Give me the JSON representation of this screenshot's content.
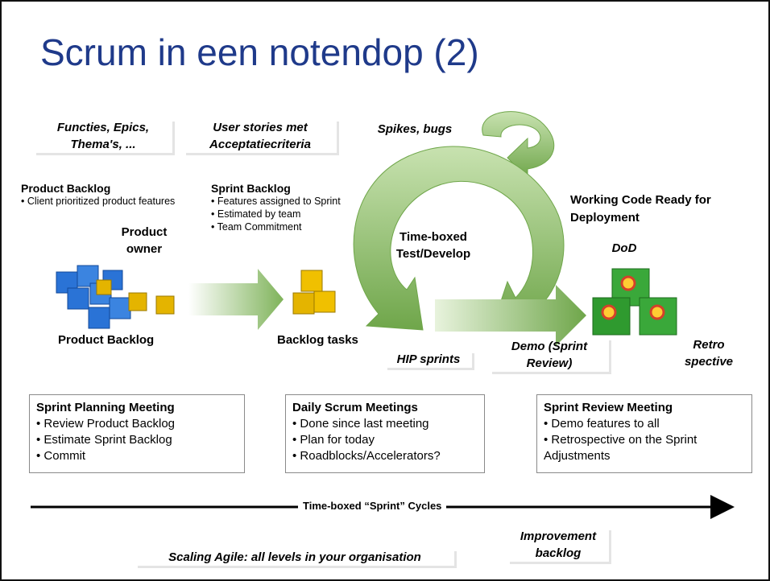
{
  "title": "Scrum in een notendop (2)",
  "colors": {
    "title": "#1f3a8a",
    "arrow_green": "#7fb35a",
    "cube_blue": "#2a73d6",
    "cube_gold": "#e4b400",
    "cube_green": "#3aa83a"
  },
  "notes": {
    "functies": "Functies, Epics, Thema's, ...",
    "user_stories": "User stories met Acceptatiecriteria",
    "spikes": "Spikes, bugs",
    "hip": "HIP sprints",
    "demo": "Demo (Sprint Review)",
    "dod": "DoD",
    "retro": "Retro spective",
    "scaling": "Scaling Agile: all levels in your organisation",
    "improvement": "Improvement backlog"
  },
  "product_backlog": {
    "heading": "Product Backlog",
    "items": [
      "Client prioritized product features"
    ],
    "caption": "Product Backlog",
    "owner": "Product owner"
  },
  "sprint_backlog": {
    "heading": "Sprint Backlog",
    "items": [
      "Features assigned to Sprint",
      "Estimated by team",
      "Team Commitment"
    ],
    "caption": "Backlog tasks"
  },
  "cycle": {
    "label": "Time-boxed Test/Develop"
  },
  "working_code": "Working Code Ready for Deployment",
  "meetings": [
    {
      "title": "Sprint Planning Meeting",
      "items": [
        "Review Product Backlog",
        "Estimate Sprint Backlog",
        "Commit"
      ]
    },
    {
      "title": "Daily Scrum Meetings",
      "items": [
        "Done since last meeting",
        "Plan for today",
        "Roadblocks/Accelerators?"
      ]
    },
    {
      "title": "Sprint Review Meeting",
      "items": [
        "Demo features to all",
        "Retrospective on the Sprint Adjustments"
      ]
    }
  ],
  "timeline": "Time-boxed “Sprint” Cycles"
}
